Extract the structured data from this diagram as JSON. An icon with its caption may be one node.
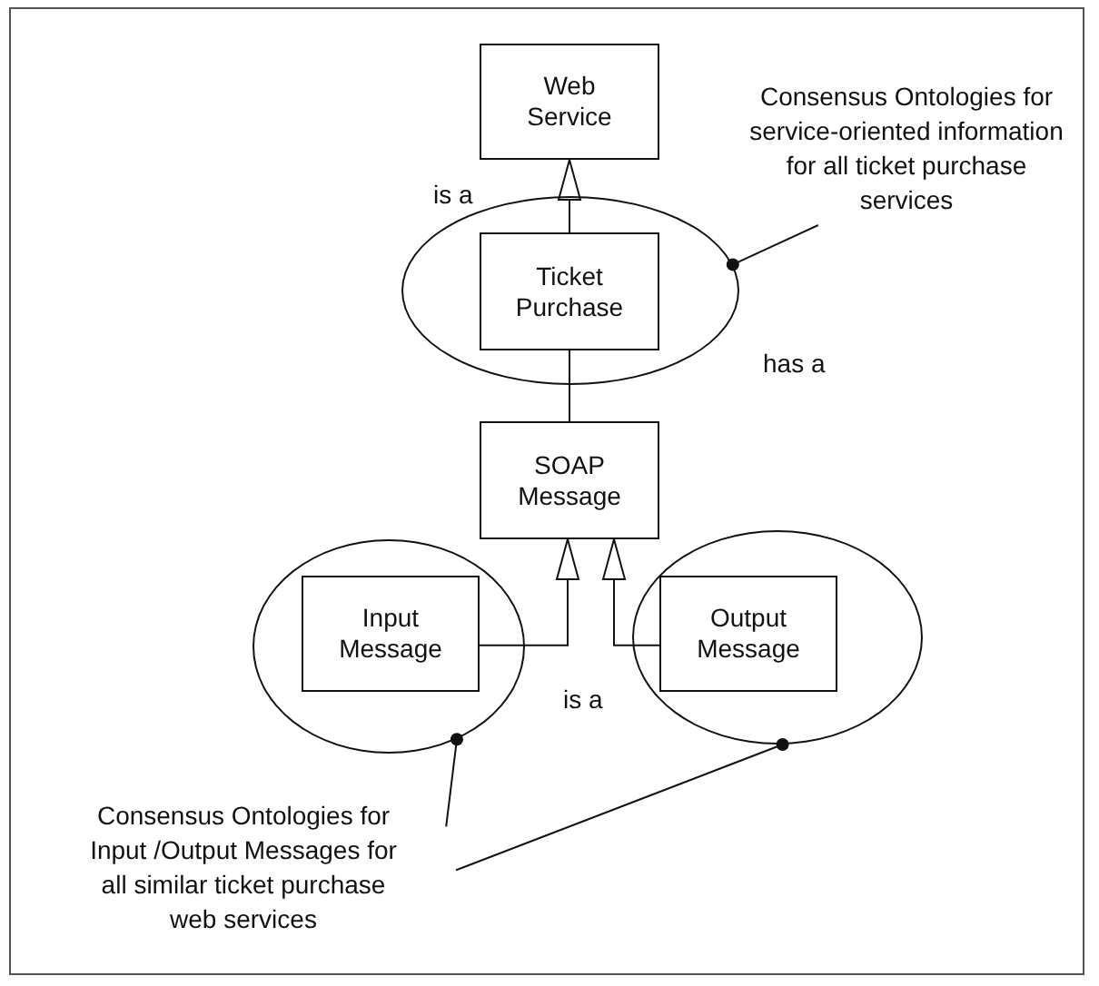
{
  "diagram": {
    "nodes": [
      {
        "text": [
          "Web Service"
        ]
      },
      {
        "text": [],
        "shape": "circle"
      },
      {
        "text": [
          "Ticket Purchase"
        ],
        "in": 1
      },
      {
        "text": [
          "Consensus Ontologies for service-oriented information for all ticket purchase services"
        ]
      },
      {
        "text": [
          "SOAP Message"
        ]
      },
      {
        "text": [],
        "shape": "circle"
      },
      {
        "text": [
          "Input Message"
        ],
        "in": 5
      },
      {
        "text": [],
        "shape": "circle"
      },
      {
        "text": [
          "Output Message"
        ],
        "in": 7
      },
      {
        "text": [
          "Consensus Ontologies for Input /Output Messages for all similar ticket purchase web services"
        ]
      }
    ],
    "edges": [
      {
        "from": 2,
        "to": 0,
        "arrow": "to",
        "label": "is a"
      },
      {
        "from": 2,
        "to": 4,
        "arrow": "none"
      },
      {
        "from": 6,
        "to": 4,
        "arrow": "to"
      },
      {
        "from": 8,
        "to": 4,
        "arrow": "to"
      },
      {
        "from": 3,
        "to": 1,
        "arrow": "other"
      },
      {
        "from": 9,
        "to": 5,
        "arrow": "other"
      },
      {
        "from": 9,
        "to": 7,
        "arrow": "other"
      }
    ],
    "labels": [
      "has a",
      "is a"
    ]
  }
}
